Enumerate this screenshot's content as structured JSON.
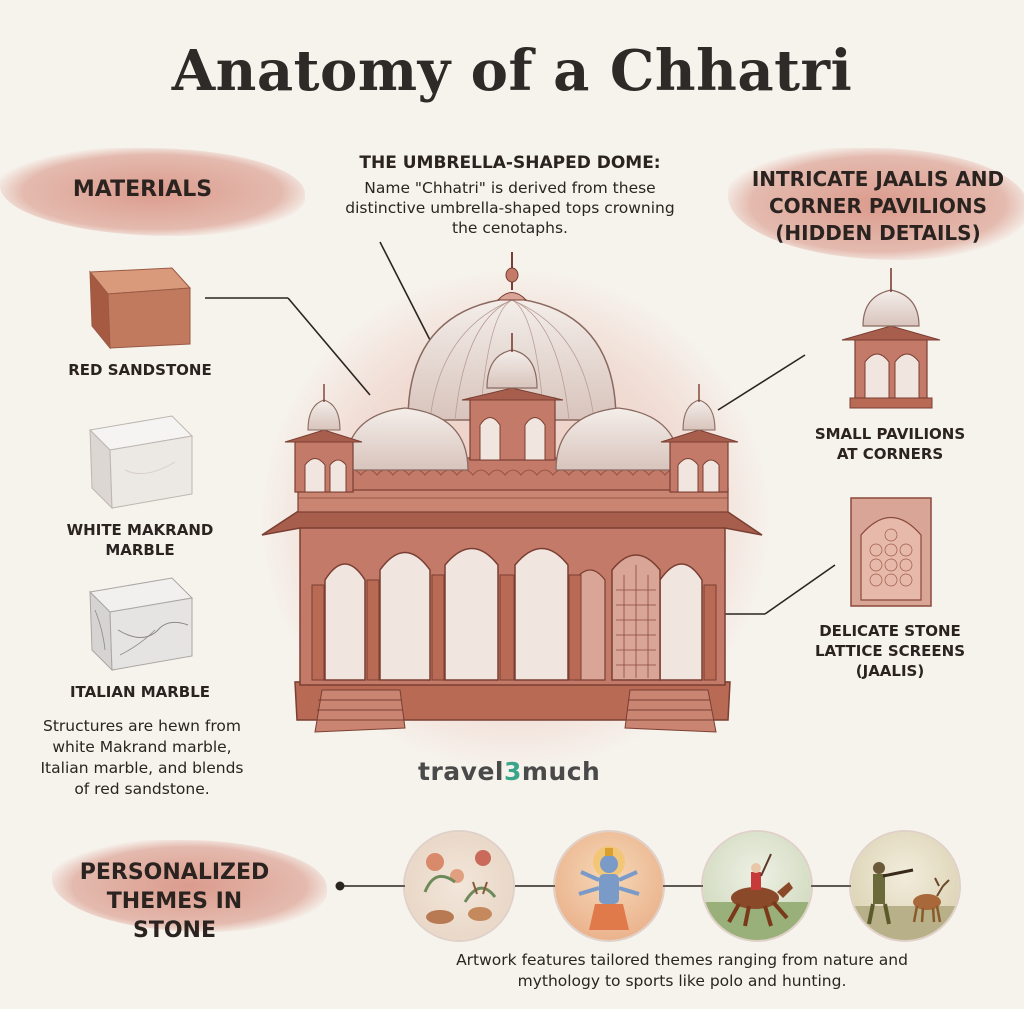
{
  "title": "Anatomy of a Chhatri",
  "dome": {
    "heading": "THE UMBRELLA-SHAPED DOME:",
    "description_lines": [
      "Name \"Chhatri\" is derived from these",
      "distinctive umbrella-shaped tops crowning",
      "the cenotaphs."
    ]
  },
  "materials": {
    "heading": "MATERIALS",
    "items": [
      {
        "label": "RED SANDSTONE",
        "icon": "red-sandstone-cube-icon",
        "color": "#c27a5e"
      },
      {
        "label_lines": [
          "WHITE MAKRAND",
          "MARBLE"
        ],
        "icon": "white-marble-cube-icon",
        "color": "#f1eeea"
      },
      {
        "label": "ITALIAN MARBLE",
        "icon": "italian-marble-cube-icon",
        "color": "#e6e4e2"
      }
    ],
    "description_lines": [
      "Structures are hewn from",
      "white Makrand marble,",
      "Italian marble, and blends",
      "of red sandstone."
    ]
  },
  "details": {
    "heading_lines": [
      "INTRICATE JAALIS AND",
      "CORNER PAVILIONS",
      "(HIDDEN DETAILS)"
    ],
    "pavilions_label_lines": [
      "SMALL PAVILIONS",
      "AT CORNERS"
    ],
    "jaalis_label_lines": [
      "DELICATE STONE",
      "LATTICE SCREENS",
      "(JAALIS)"
    ]
  },
  "themes": {
    "heading_lines": [
      "PERSONALIZED",
      "THEMES IN STONE"
    ],
    "medallions": [
      "nature-medallion",
      "mythology-medallion",
      "polo-medallion",
      "hunting-medallion"
    ],
    "description_lines": [
      "Artwork features tailored themes ranging from nature and",
      "mythology to sports like polo and hunting."
    ]
  },
  "logo": {
    "prefix": "travel",
    "number": "3",
    "suffix": "much"
  },
  "colors": {
    "sandstone": "#b86a55",
    "sandstone_dark": "#8a4a3a",
    "wash": "#d98c7c",
    "marble": "#eeeae6",
    "accent_green": "#3aa58a"
  }
}
